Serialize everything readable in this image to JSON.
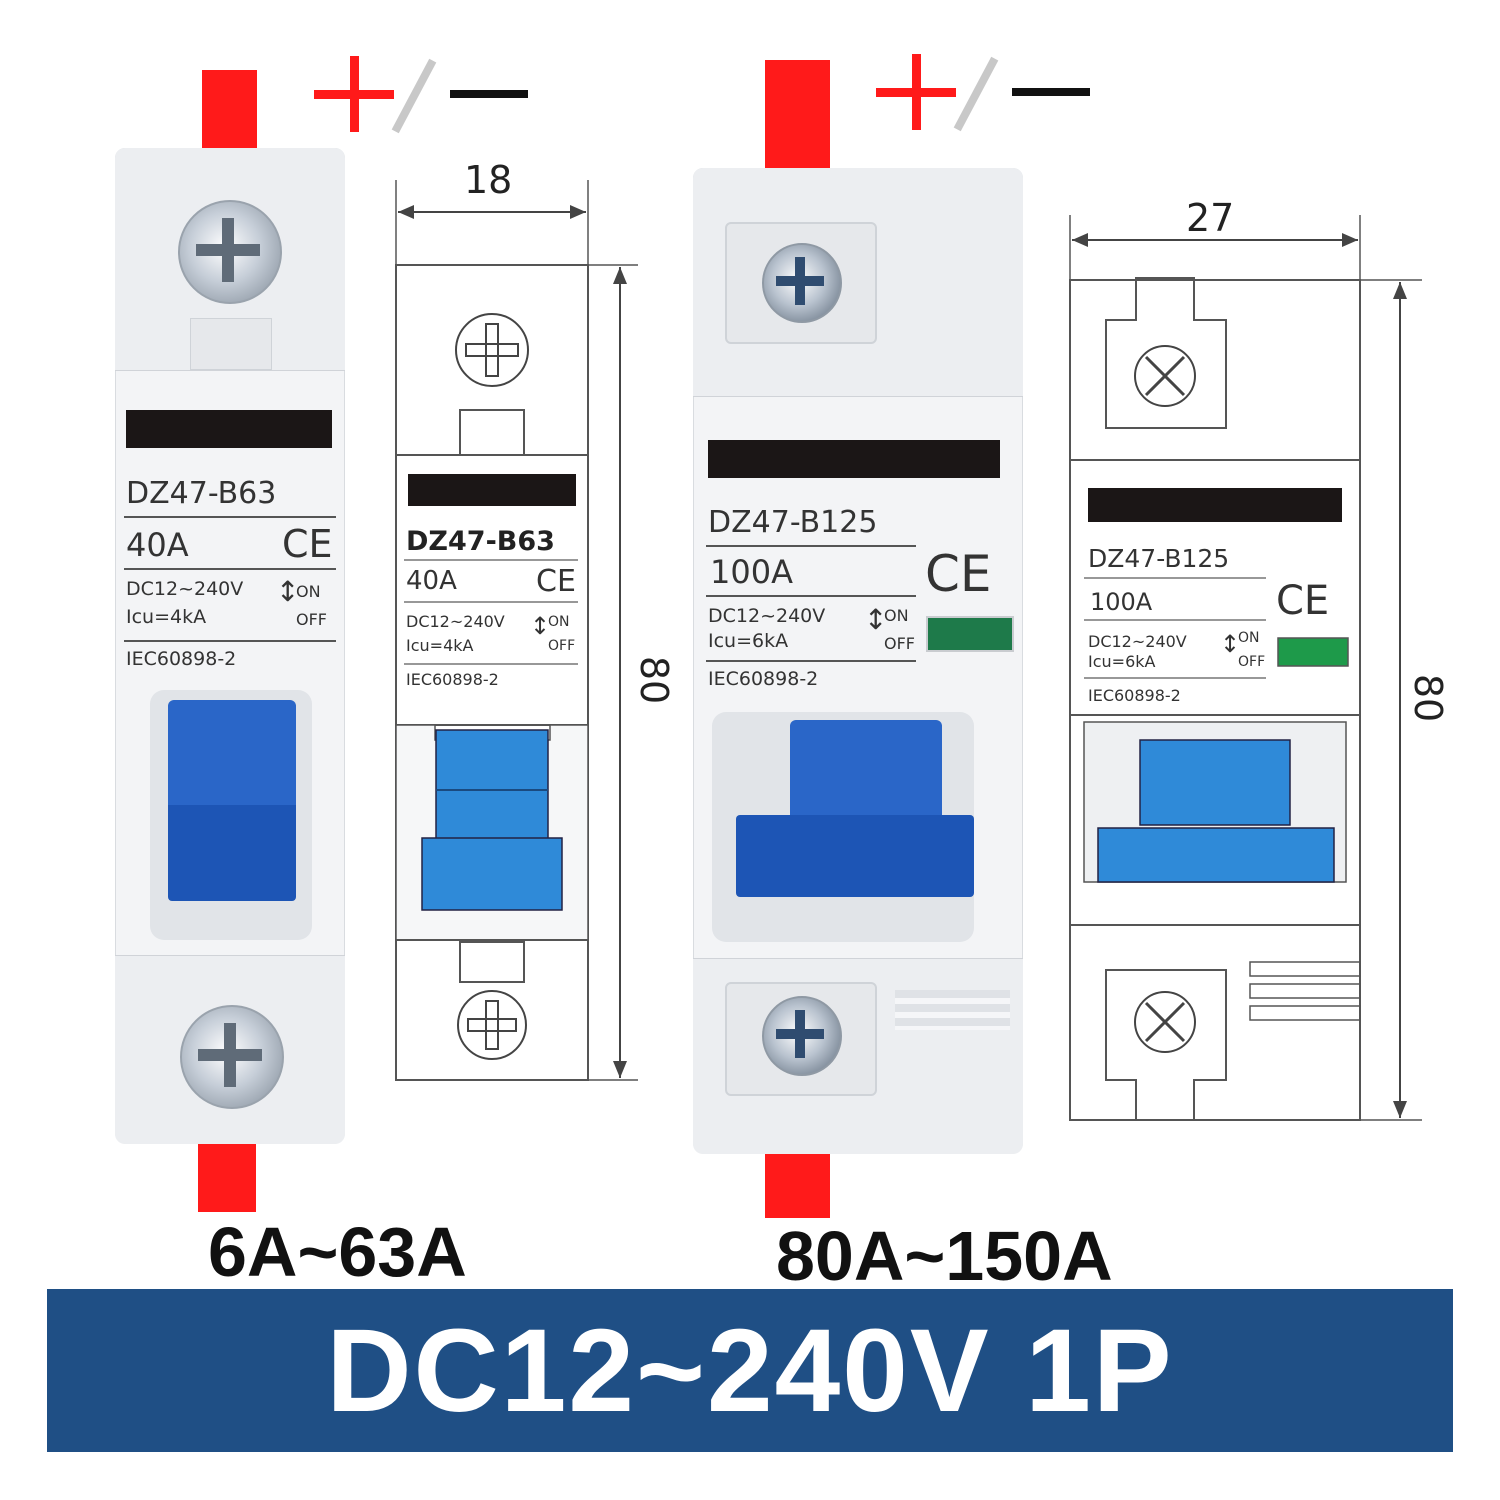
{
  "polarity": {
    "plus": "+",
    "slash": "/",
    "minus": "—"
  },
  "small": {
    "model": "DZ47-B63",
    "current": "40A",
    "ce": "CE",
    "voltage": "DC12~240V",
    "icu": "Icu=4kA",
    "on": "ON",
    "off": "OFF",
    "standard": "IEC60898-2",
    "range": "6A~63A",
    "width_mm": "18",
    "height_mm": "80"
  },
  "large": {
    "model": "DZ47-B125",
    "current": "100A",
    "ce": "CE",
    "voltage": "DC12~240V",
    "icu": "Icu=6kA",
    "on": "ON",
    "off": "OFF",
    "standard": "IEC60898-2",
    "range": "80A~150A",
    "width_mm": "27",
    "height_mm": "80"
  },
  "banner": {
    "text": "DC12~240V 1P"
  },
  "colors": {
    "terminal_red": "#ff1a1a",
    "handle_blue": "#1f5bbf",
    "drawing_blue": "#2f8ad8",
    "indicator_green": "#1e9a4a",
    "banner_blue": "#1f4f85"
  }
}
